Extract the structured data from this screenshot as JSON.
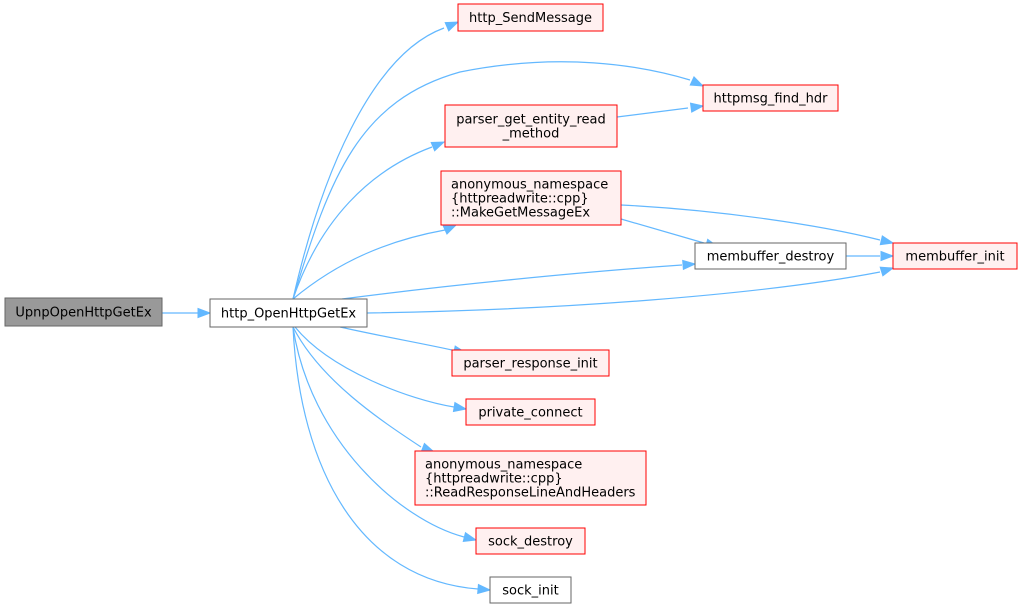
{
  "colors": {
    "edge": "#63b8ff",
    "root_fill": "#999999",
    "root_stroke": "#666666",
    "node_fill": "#ffffff",
    "node_stroke": "#666666",
    "external_fill": "#fff0f0",
    "external_stroke": "#ff0000"
  },
  "nodes": {
    "upnp_open_http_get_ex": {
      "lines": [
        "UpnpOpenHttpGetEx"
      ],
      "kind": "root"
    },
    "http_open_http_get_ex": {
      "lines": [
        "http_OpenHttpGetEx"
      ],
      "kind": "normal"
    },
    "http_send_message": {
      "lines": [
        "http_SendMessage"
      ],
      "kind": "external"
    },
    "httpmsg_find_hdr": {
      "lines": [
        "httpmsg_find_hdr"
      ],
      "kind": "external"
    },
    "parser_get_entity_read_method": {
      "lines": [
        "parser_get_entity_read",
        "_method"
      ],
      "kind": "external"
    },
    "make_get_message_ex": {
      "lines": [
        "anonymous_namespace",
        "{httpreadwrite::cpp}",
        "::MakeGetMessageEx"
      ],
      "kind": "external"
    },
    "membuffer_destroy": {
      "lines": [
        "membuffer_destroy"
      ],
      "kind": "normal"
    },
    "membuffer_init": {
      "lines": [
        "membuffer_init"
      ],
      "kind": "external"
    },
    "parser_response_init": {
      "lines": [
        "parser_response_init"
      ],
      "kind": "external"
    },
    "private_connect": {
      "lines": [
        "private_connect"
      ],
      "kind": "external"
    },
    "read_response_line_and_headers": {
      "lines": [
        "anonymous_namespace",
        "{httpreadwrite::cpp}",
        "::ReadResponseLineAndHeaders"
      ],
      "kind": "external"
    },
    "sock_destroy": {
      "lines": [
        "sock_destroy"
      ],
      "kind": "external"
    },
    "sock_init": {
      "lines": [
        "sock_init"
      ],
      "kind": "normal"
    }
  },
  "edges": [
    [
      "upnp_open_http_get_ex",
      "http_open_http_get_ex"
    ],
    [
      "http_open_http_get_ex",
      "http_send_message"
    ],
    [
      "http_open_http_get_ex",
      "httpmsg_find_hdr"
    ],
    [
      "http_open_http_get_ex",
      "parser_get_entity_read_method"
    ],
    [
      "parser_get_entity_read_method",
      "httpmsg_find_hdr"
    ],
    [
      "http_open_http_get_ex",
      "make_get_message_ex"
    ],
    [
      "make_get_message_ex",
      "membuffer_destroy"
    ],
    [
      "make_get_message_ex",
      "membuffer_init"
    ],
    [
      "http_open_http_get_ex",
      "membuffer_destroy"
    ],
    [
      "membuffer_destroy",
      "membuffer_init"
    ],
    [
      "http_open_http_get_ex",
      "membuffer_init"
    ],
    [
      "http_open_http_get_ex",
      "parser_response_init"
    ],
    [
      "http_open_http_get_ex",
      "private_connect"
    ],
    [
      "http_open_http_get_ex",
      "read_response_line_and_headers"
    ],
    [
      "http_open_http_get_ex",
      "sock_destroy"
    ],
    [
      "http_open_http_get_ex",
      "sock_init"
    ]
  ]
}
